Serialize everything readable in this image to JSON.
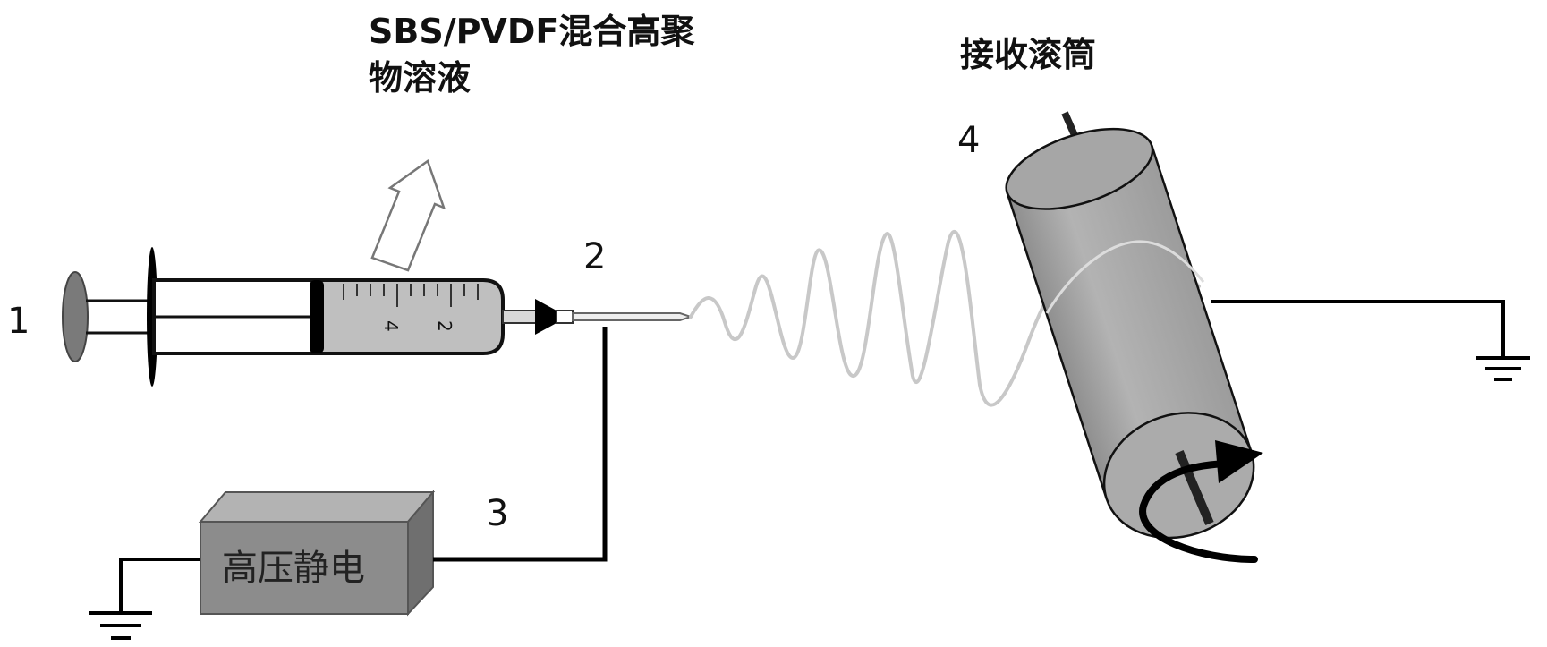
{
  "labels": {
    "n1": "1",
    "n2": "2",
    "n3": "3",
    "n4": "4",
    "solution_line1": "SBS/PVDF混合高聚",
    "solution_line2": "物溶液",
    "collector": "接收滚筒",
    "power_supply": "高压静电"
  },
  "syringe_ticks": {
    "t4": "4",
    "t2": "2"
  }
}
